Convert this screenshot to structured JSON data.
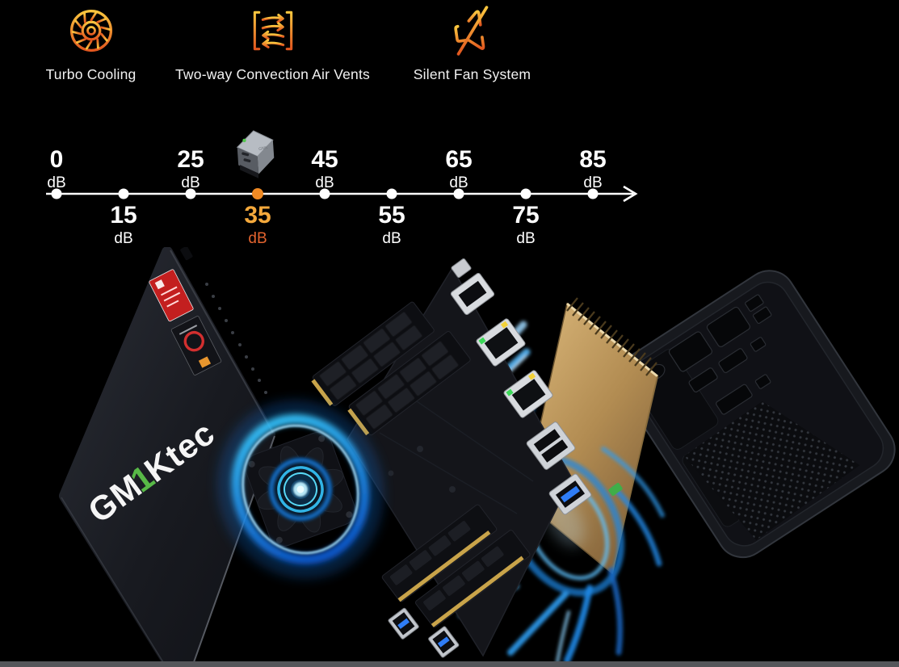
{
  "colors": {
    "background": "#000000",
    "text-primary": "#f2f2f2",
    "accent-top": "#f9c63f",
    "accent-bottom": "#e2571f",
    "highlight-num": "#f5a93c",
    "highlight-unit": "#e2632e",
    "highlight-dot": "#f08a24",
    "glow-blue": "#1e88e5",
    "brand-green": "#58b947",
    "heatsink-gold": "#c7a567",
    "bottom-bar": "#55565a"
  },
  "features": {
    "items": [
      {
        "label": "Turbo Cooling",
        "icon": "turbo-cooling-fan-icon"
      },
      {
        "label": "Two-way Convection Air Vents",
        "icon": "convection-air-vents-icon"
      },
      {
        "label": "Silent Fan System",
        "icon": "muted-speaker-icon"
      }
    ]
  },
  "noise_scale": {
    "unit": "dB",
    "min": 0,
    "max": 85,
    "highlight_value": "35",
    "marker": "mini-pc-thumbnail-above-35dB",
    "ticks": [
      {
        "value": "0",
        "side": "above",
        "highlight": false
      },
      {
        "value": "15",
        "side": "below",
        "highlight": false
      },
      {
        "value": "25",
        "side": "above",
        "highlight": false
      },
      {
        "value": "35",
        "side": "below",
        "highlight": true
      },
      {
        "value": "45",
        "side": "above",
        "highlight": false
      },
      {
        "value": "55",
        "side": "below",
        "highlight": false
      },
      {
        "value": "65",
        "side": "above",
        "highlight": false
      },
      {
        "value": "75",
        "side": "below",
        "highlight": false
      },
      {
        "value": "85",
        "side": "above",
        "highlight": false
      }
    ]
  },
  "product": {
    "brand_logo_parts": {
      "left": "GM",
      "accent": "1",
      "right": "Ktec"
    },
    "exploded_parts": [
      "top-cover",
      "cooling-fan",
      "memory-modules",
      "motherboard",
      "gold-heatsink",
      "airflow-glow",
      "rear-case"
    ],
    "stickers": [
      "amd-radeon-sticker",
      "amd-ryzen-sticker"
    ]
  }
}
